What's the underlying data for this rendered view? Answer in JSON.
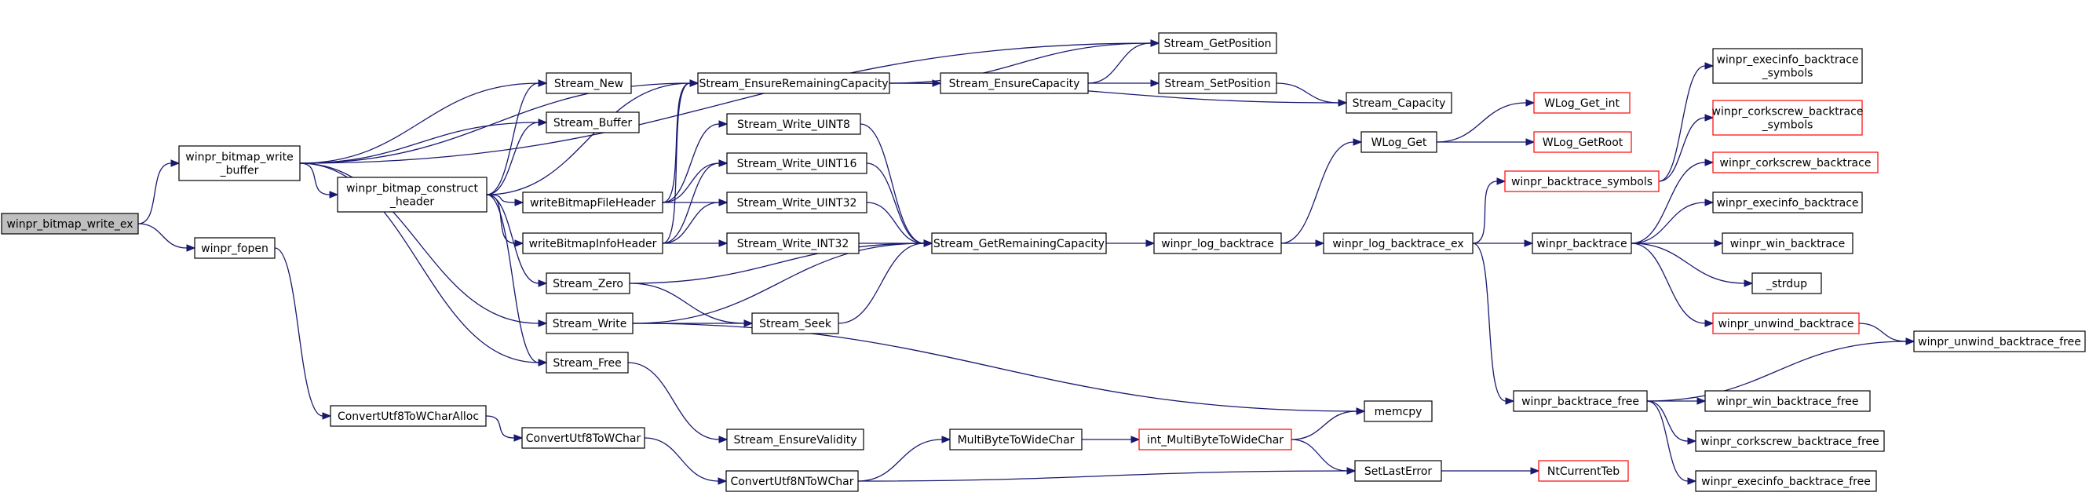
{
  "colors": {
    "edge": "#191970",
    "node_border": "#000000",
    "node_border_external": "#ff0000",
    "root_fill": "#bfbfbf",
    "node_fill": "#ffffff"
  },
  "nodes": {
    "root": {
      "lines": [
        "winpr_bitmap_write_ex"
      ],
      "style": "root"
    },
    "write_buffer": {
      "lines": [
        "winpr_bitmap_write",
        "_buffer"
      ],
      "style": "normal"
    },
    "fopen": {
      "lines": [
        "winpr_fopen"
      ],
      "style": "normal"
    },
    "construct_header": {
      "lines": [
        "winpr_bitmap_construct",
        "_header"
      ],
      "style": "normal"
    },
    "utf8_alloc": {
      "lines": [
        "ConvertUtf8ToWCharAlloc"
      ],
      "style": "normal"
    },
    "utf8_wchar": {
      "lines": [
        "ConvertUtf8ToWChar"
      ],
      "style": "normal"
    },
    "utf8n_wchar": {
      "lines": [
        "ConvertUtf8NToWChar"
      ],
      "style": "normal"
    },
    "stream_new": {
      "lines": [
        "Stream_New"
      ],
      "style": "normal"
    },
    "stream_buffer": {
      "lines": [
        "Stream_Buffer"
      ],
      "style": "normal"
    },
    "file_header": {
      "lines": [
        "writeBitmapFileHeader"
      ],
      "style": "normal"
    },
    "info_header": {
      "lines": [
        "writeBitmapInfoHeader"
      ],
      "style": "normal"
    },
    "stream_zero": {
      "lines": [
        "Stream_Zero"
      ],
      "style": "normal"
    },
    "stream_write": {
      "lines": [
        "Stream_Write"
      ],
      "style": "normal"
    },
    "stream_free": {
      "lines": [
        "Stream_Free"
      ],
      "style": "normal"
    },
    "ensure_remaining": {
      "lines": [
        "Stream_EnsureRemainingCapacity"
      ],
      "style": "normal"
    },
    "write_uint8": {
      "lines": [
        "Stream_Write_UINT8"
      ],
      "style": "normal"
    },
    "write_uint16": {
      "lines": [
        "Stream_Write_UINT16"
      ],
      "style": "normal"
    },
    "write_uint32": {
      "lines": [
        "Stream_Write_UINT32"
      ],
      "style": "normal"
    },
    "write_int32": {
      "lines": [
        "Stream_Write_INT32"
      ],
      "style": "normal"
    },
    "stream_seek": {
      "lines": [
        "Stream_Seek"
      ],
      "style": "normal"
    },
    "ensure_validity": {
      "lines": [
        "Stream_EnsureValidity"
      ],
      "style": "normal"
    },
    "ensure_capacity": {
      "lines": [
        "Stream_EnsureCapacity"
      ],
      "style": "normal"
    },
    "get_position": {
      "lines": [
        "Stream_GetPosition"
      ],
      "style": "normal"
    },
    "set_position": {
      "lines": [
        "Stream_SetPosition"
      ],
      "style": "normal"
    },
    "stream_capacity": {
      "lines": [
        "Stream_Capacity"
      ],
      "style": "normal"
    },
    "get_remaining": {
      "lines": [
        "Stream_GetRemainingCapacity"
      ],
      "style": "normal"
    },
    "multibyte": {
      "lines": [
        "MultiByteToWideChar"
      ],
      "style": "normal"
    },
    "int_multibyte": {
      "lines": [
        "int_MultiByteToWideChar"
      ],
      "style": "external"
    },
    "log_backtrace": {
      "lines": [
        "winpr_log_backtrace"
      ],
      "style": "normal"
    },
    "wlog_get": {
      "lines": [
        "WLog_Get"
      ],
      "style": "normal"
    },
    "log_backtrace_ex": {
      "lines": [
        "winpr_log_backtrace_ex"
      ],
      "style": "normal"
    },
    "memcpy": {
      "lines": [
        "memcpy"
      ],
      "style": "normal"
    },
    "set_last_error": {
      "lines": [
        "SetLastError"
      ],
      "style": "normal"
    },
    "wlog_get_int": {
      "lines": [
        "WLog_Get_int"
      ],
      "style": "external"
    },
    "wlog_get_root": {
      "lines": [
        "WLog_GetRoot"
      ],
      "style": "external"
    },
    "backtrace_symbols": {
      "lines": [
        "winpr_backtrace_symbols"
      ],
      "style": "external"
    },
    "backtrace": {
      "lines": [
        "winpr_backtrace"
      ],
      "style": "normal"
    },
    "backtrace_free": {
      "lines": [
        "winpr_backtrace_free"
      ],
      "style": "normal"
    },
    "nt_current_teb": {
      "lines": [
        "NtCurrentTeb"
      ],
      "style": "external"
    },
    "execinfo_symbols": {
      "lines": [
        "winpr_execinfo_backtrace",
        "_symbols"
      ],
      "style": "normal"
    },
    "corkscrew_symbols": {
      "lines": [
        "winpr_corkscrew_backtrace",
        "_symbols"
      ],
      "style": "external"
    },
    "corkscrew_backtrace": {
      "lines": [
        "winpr_corkscrew_backtrace"
      ],
      "style": "external"
    },
    "execinfo_backtrace": {
      "lines": [
        "winpr_execinfo_backtrace"
      ],
      "style": "normal"
    },
    "win_backtrace": {
      "lines": [
        "winpr_win_backtrace"
      ],
      "style": "normal"
    },
    "strdup": {
      "lines": [
        "_strdup"
      ],
      "style": "normal"
    },
    "unwind_backtrace": {
      "lines": [
        "winpr_unwind_backtrace"
      ],
      "style": "external"
    },
    "win_backtrace_free": {
      "lines": [
        "winpr_win_backtrace_free"
      ],
      "style": "normal"
    },
    "corkscrew_backtrace_free": {
      "lines": [
        "winpr_corkscrew_backtrace_free"
      ],
      "style": "normal"
    },
    "execinfo_backtrace_free": {
      "lines": [
        "winpr_execinfo_backtrace_free"
      ],
      "style": "normal"
    },
    "unwind_backtrace_free": {
      "lines": [
        "winpr_unwind_backtrace_free"
      ],
      "style": "normal"
    }
  },
  "edges": [
    [
      "root",
      "write_buffer"
    ],
    [
      "root",
      "fopen"
    ],
    [
      "write_buffer",
      "get_position"
    ],
    [
      "write_buffer",
      "ensure_remaining"
    ],
    [
      "write_buffer",
      "stream_new"
    ],
    [
      "write_buffer",
      "stream_buffer"
    ],
    [
      "write_buffer",
      "construct_header"
    ],
    [
      "write_buffer",
      "stream_write"
    ],
    [
      "write_buffer",
      "stream_free"
    ],
    [
      "fopen",
      "utf8_alloc"
    ],
    [
      "utf8_alloc",
      "utf8_wchar"
    ],
    [
      "utf8_wchar",
      "utf8n_wchar"
    ],
    [
      "utf8n_wchar",
      "multibyte"
    ],
    [
      "utf8n_wchar",
      "set_last_error"
    ],
    [
      "construct_header",
      "stream_new"
    ],
    [
      "construct_header",
      "stream_buffer"
    ],
    [
      "construct_header",
      "ensure_remaining"
    ],
    [
      "construct_header",
      "file_header"
    ],
    [
      "construct_header",
      "info_header"
    ],
    [
      "construct_header",
      "stream_zero"
    ],
    [
      "construct_header",
      "stream_free"
    ],
    [
      "file_header",
      "ensure_remaining"
    ],
    [
      "file_header",
      "write_uint8"
    ],
    [
      "file_header",
      "write_uint16"
    ],
    [
      "file_header",
      "write_uint32"
    ],
    [
      "info_header",
      "ensure_remaining"
    ],
    [
      "info_header",
      "write_uint16"
    ],
    [
      "info_header",
      "write_uint32"
    ],
    [
      "info_header",
      "write_int32"
    ],
    [
      "stream_zero",
      "get_remaining"
    ],
    [
      "stream_zero",
      "stream_seek"
    ],
    [
      "stream_write",
      "stream_seek"
    ],
    [
      "stream_write",
      "get_remaining"
    ],
    [
      "stream_write",
      "memcpy"
    ],
    [
      "stream_free",
      "ensure_validity"
    ],
    [
      "ensure_remaining",
      "get_position"
    ],
    [
      "ensure_remaining",
      "ensure_capacity"
    ],
    [
      "ensure_remaining",
      "stream_capacity"
    ],
    [
      "ensure_capacity",
      "get_position"
    ],
    [
      "ensure_capacity",
      "set_position"
    ],
    [
      "set_position",
      "stream_capacity"
    ],
    [
      "write_uint8",
      "get_remaining"
    ],
    [
      "write_uint16",
      "get_remaining"
    ],
    [
      "write_uint32",
      "get_remaining"
    ],
    [
      "write_int32",
      "get_remaining"
    ],
    [
      "stream_seek",
      "get_remaining"
    ],
    [
      "get_remaining",
      "log_backtrace"
    ],
    [
      "log_backtrace",
      "wlog_get"
    ],
    [
      "log_backtrace",
      "log_backtrace_ex"
    ],
    [
      "wlog_get",
      "wlog_get_int"
    ],
    [
      "wlog_get",
      "wlog_get_root"
    ],
    [
      "log_backtrace_ex",
      "backtrace_symbols"
    ],
    [
      "log_backtrace_ex",
      "backtrace"
    ],
    [
      "log_backtrace_ex",
      "backtrace_free"
    ],
    [
      "backtrace_symbols",
      "execinfo_symbols"
    ],
    [
      "backtrace_symbols",
      "corkscrew_symbols"
    ],
    [
      "backtrace",
      "corkscrew_backtrace"
    ],
    [
      "backtrace",
      "execinfo_backtrace"
    ],
    [
      "backtrace",
      "win_backtrace"
    ],
    [
      "backtrace",
      "strdup"
    ],
    [
      "backtrace",
      "unwind_backtrace"
    ],
    [
      "unwind_backtrace",
      "unwind_backtrace_free"
    ],
    [
      "backtrace_free",
      "unwind_backtrace_free"
    ],
    [
      "backtrace_free",
      "win_backtrace_free"
    ],
    [
      "backtrace_free",
      "corkscrew_backtrace_free"
    ],
    [
      "backtrace_free",
      "execinfo_backtrace_free"
    ],
    [
      "multibyte",
      "int_multibyte"
    ],
    [
      "int_multibyte",
      "memcpy"
    ],
    [
      "int_multibyte",
      "set_last_error"
    ],
    [
      "set_last_error",
      "nt_current_teb"
    ]
  ]
}
